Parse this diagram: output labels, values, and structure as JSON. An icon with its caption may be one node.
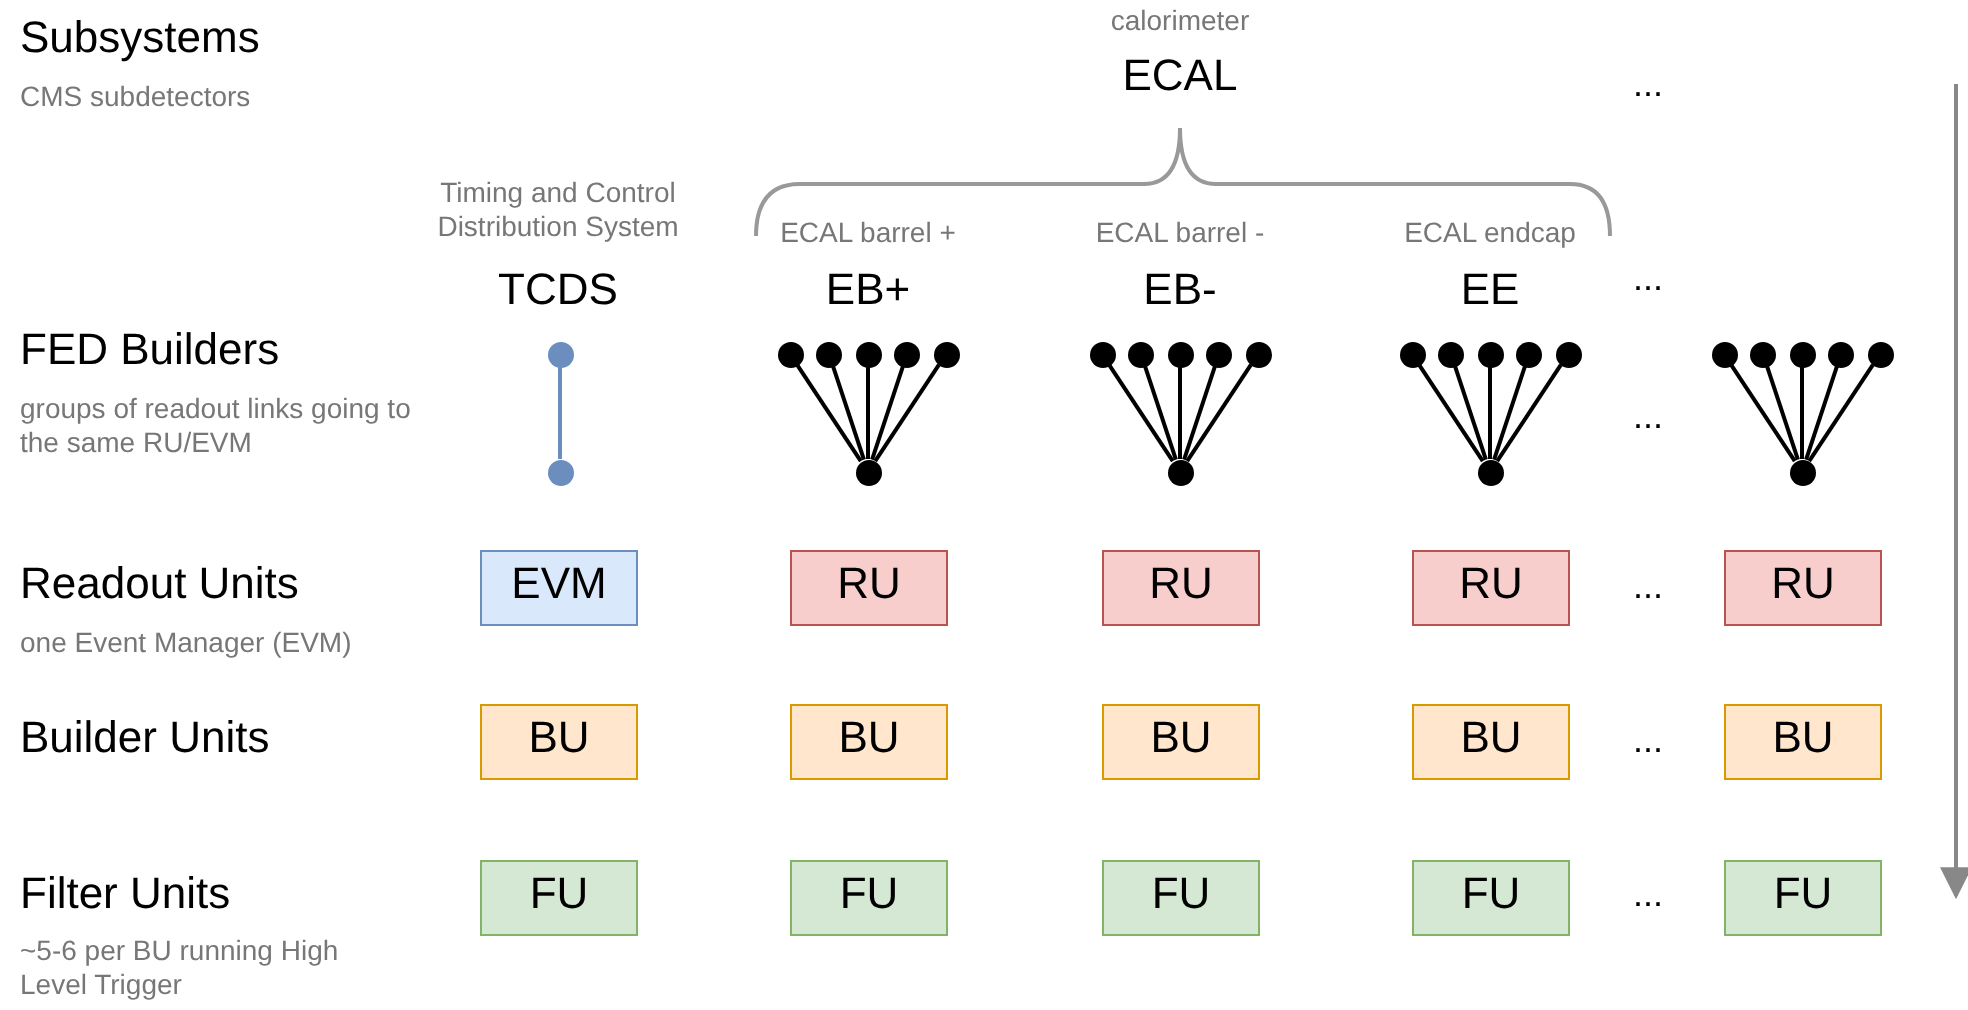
{
  "diagram": {
    "nodes": [
      {
        "text": [],
        "shape": "circle"
      },
      {
        "text": [],
        "shape": "circle"
      },
      {
        "text": [],
        "shape": "circle"
      },
      {
        "text": [],
        "shape": "circle"
      },
      {
        "text": [],
        "shape": "circle"
      },
      {
        "text": [],
        "shape": "circle"
      },
      {
        "text": [],
        "shape": "circle"
      },
      {
        "text": [],
        "shape": "circle"
      },
      {
        "text": [],
        "shape": "circle"
      },
      {
        "text": [],
        "shape": "circle"
      },
      {
        "text": [],
        "shape": "circle"
      },
      {
        "text": [],
        "shape": "circle"
      },
      {
        "text": [],
        "shape": "circle"
      },
      {
        "text": [],
        "shape": "circle"
      },
      {
        "text": [],
        "shape": "circle"
      },
      {
        "text": [],
        "shape": "circle"
      },
      {
        "text": [],
        "shape": "circle"
      },
      {
        "text": [],
        "shape": "circle"
      },
      {
        "text": [],
        "shape": "circle"
      },
      {
        "text": [],
        "shape": "circle"
      },
      {
        "text": [],
        "shape": "circle"
      },
      {
        "text": [],
        "shape": "circle"
      },
      {
        "text": [],
        "shape": "circle"
      },
      {
        "text": [],
        "shape": "circle"
      },
      {
        "text": [],
        "shape": "circle"
      },
      {
        "text": [],
        "shape": "circle"
      },
      {
        "text": [
          "EVM"
        ]
      },
      {
        "text": [
          "RU"
        ]
      },
      {
        "text": [
          "RU"
        ]
      },
      {
        "text": [
          "RU"
        ]
      },
      {
        "text": [
          "RU"
        ]
      },
      {
        "text": [
          "BU"
        ]
      },
      {
        "text": [
          "BU"
        ]
      },
      {
        "text": [
          "BU"
        ]
      },
      {
        "text": [
          "BU"
        ]
      },
      {
        "text": [
          "BU"
        ]
      },
      {
        "text": [
          "FU"
        ]
      },
      {
        "text": [
          "FU"
        ]
      },
      {
        "text": [
          "FU"
        ]
      },
      {
        "text": [
          "FU"
        ]
      },
      {
        "text": [
          "FU"
        ]
      }
    ],
    "edges": [
      {
        "from": 0,
        "to": 21,
        "arrow": "none",
        "color": "#6c8ebf"
      },
      {
        "from": 1,
        "to": 22,
        "arrow": "none"
      },
      {
        "from": 2,
        "to": 22,
        "arrow": "none"
      },
      {
        "from": 3,
        "to": 22,
        "arrow": "none"
      },
      {
        "from": 4,
        "to": 22,
        "arrow": "none"
      },
      {
        "from": 5,
        "to": 22,
        "arrow": "none"
      },
      {
        "from": 6,
        "to": 23,
        "arrow": "none"
      },
      {
        "from": 7,
        "to": 23,
        "arrow": "none"
      },
      {
        "from": 8,
        "to": 23,
        "arrow": "none"
      },
      {
        "from": 9,
        "to": 23,
        "arrow": "none"
      },
      {
        "from": 10,
        "to": 23,
        "arrow": "none"
      },
      {
        "from": 11,
        "to": 24,
        "arrow": "none"
      },
      {
        "from": 12,
        "to": 24,
        "arrow": "none"
      },
      {
        "from": 13,
        "to": 24,
        "arrow": "none"
      },
      {
        "from": 14,
        "to": 24,
        "arrow": "none"
      },
      {
        "from": 15,
        "to": 24,
        "arrow": "none"
      },
      {
        "from": 16,
        "to": 25,
        "arrow": "none"
      },
      {
        "from": 17,
        "to": 25,
        "arrow": "none"
      },
      {
        "from": 18,
        "to": 25,
        "arrow": "none"
      },
      {
        "from": 19,
        "to": 25,
        "arrow": "none"
      },
      {
        "from": 20,
        "to": 25,
        "arrow": "none"
      }
    ],
    "labels": [
      "Subsystems",
      "calorimeter",
      "CMS subdetectors",
      "ECAL",
      "...",
      "Timing and Control Distribution System",
      "ECAL barrel +",
      "ECAL barrel -",
      "ECAL endcap",
      "TCDS",
      "EB+",
      "EB-",
      "EE",
      "...",
      "FED Builders",
      "groups of readout links going to the same RU/EVM",
      "...",
      "Readout Units",
      "...",
      "one Event Manager (EVM)",
      "Builder Units",
      "...",
      "Filter Units",
      "...",
      "~5-6 per BU running High Level Trigger"
    ]
  }
}
